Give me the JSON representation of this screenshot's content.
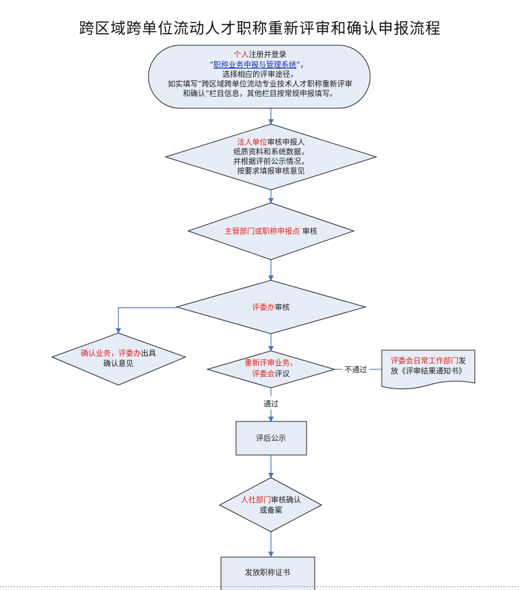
{
  "title": "跨区域跨单位流动人才职称重新评审和确认申报流程",
  "nodes": {
    "n1": {
      "line1_red": "个人",
      "line1_rest": "注册并登录",
      "line2_open": "“",
      "line2_link": "职称业务申报与管理系统",
      "line2_close": "”，",
      "line3": "选择相应的评审途径，",
      "line4": "如实填写“跨区域跨单位流动专业技术人才职称重新评审",
      "line5": "和确认”栏目信息，其他栏目按常规申报填写。"
    },
    "n2": {
      "line1_red": "法人单位",
      "line1_rest": "审核申报人",
      "line2": "纸质资料和系统数据，",
      "line3": "并根据评前公示情况，",
      "line4": "按要求填报审核意见"
    },
    "n3": {
      "red": "主管部门或职称申报点",
      "rest": " 审核"
    },
    "n4": {
      "red": "评委办",
      "rest": "审核"
    },
    "n5": {
      "red": "确认业务，评委办",
      "rest": "出具",
      "line2": "确认意见"
    },
    "n6": {
      "line1_red": "重新评审业务，",
      "line2_red": "评委会",
      "line2_rest": "评议"
    },
    "n7": {
      "red": "评委会日常工作部门",
      "rest": "发",
      "line2": "放《评审结果通知书》"
    },
    "n8": {
      "text": "评后公示"
    },
    "n9": {
      "red": "人社部门",
      "rest": "审核确认",
      "line2": "或备案"
    },
    "n10": {
      "text": "发放职称证书"
    }
  },
  "edge_labels": {
    "fail": "不通过",
    "pass": "通过"
  }
}
